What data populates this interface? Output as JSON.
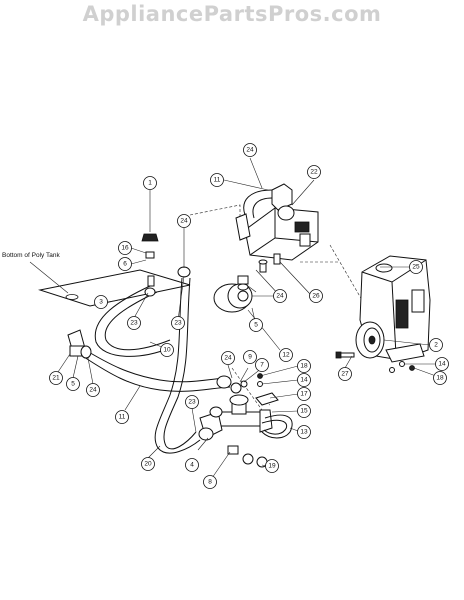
{
  "watermark": "AppliancePartsPros.com",
  "labels": {
    "tank": "Bottom of Poly Tank"
  },
  "callouts": [
    {
      "id": "c1",
      "text": "1"
    },
    {
      "id": "c2",
      "text": "2"
    },
    {
      "id": "c3",
      "text": "3"
    },
    {
      "id": "c4",
      "text": "4"
    },
    {
      "id": "c5a",
      "text": "5"
    },
    {
      "id": "c5b",
      "text": "5"
    },
    {
      "id": "c6",
      "text": "6"
    },
    {
      "id": "c7",
      "text": "7"
    },
    {
      "id": "c8",
      "text": "8"
    },
    {
      "id": "c9",
      "text": "9"
    },
    {
      "id": "c10",
      "text": "10"
    },
    {
      "id": "c11a",
      "text": "11"
    },
    {
      "id": "c11b",
      "text": "11"
    },
    {
      "id": "c12",
      "text": "12"
    },
    {
      "id": "c13",
      "text": "13"
    },
    {
      "id": "c14a",
      "text": "14"
    },
    {
      "id": "c14b",
      "text": "14"
    },
    {
      "id": "c15",
      "text": "15"
    },
    {
      "id": "c16",
      "text": "16"
    },
    {
      "id": "c17",
      "text": "17"
    },
    {
      "id": "c18a",
      "text": "18"
    },
    {
      "id": "c18b",
      "text": "18"
    },
    {
      "id": "c19",
      "text": "19"
    },
    {
      "id": "c20",
      "text": "20"
    },
    {
      "id": "c21",
      "text": "21"
    },
    {
      "id": "c22",
      "text": "22"
    },
    {
      "id": "c23a",
      "text": "23"
    },
    {
      "id": "c23b",
      "text": "23"
    },
    {
      "id": "c23c",
      "text": "23"
    },
    {
      "id": "c24a",
      "text": "24"
    },
    {
      "id": "c24b",
      "text": "24"
    },
    {
      "id": "c24c",
      "text": "24"
    },
    {
      "id": "c24d",
      "text": "24"
    },
    {
      "id": "c24e",
      "text": "24"
    },
    {
      "id": "c25",
      "text": "25"
    },
    {
      "id": "c26",
      "text": "26"
    },
    {
      "id": "c27",
      "text": "27"
    }
  ]
}
